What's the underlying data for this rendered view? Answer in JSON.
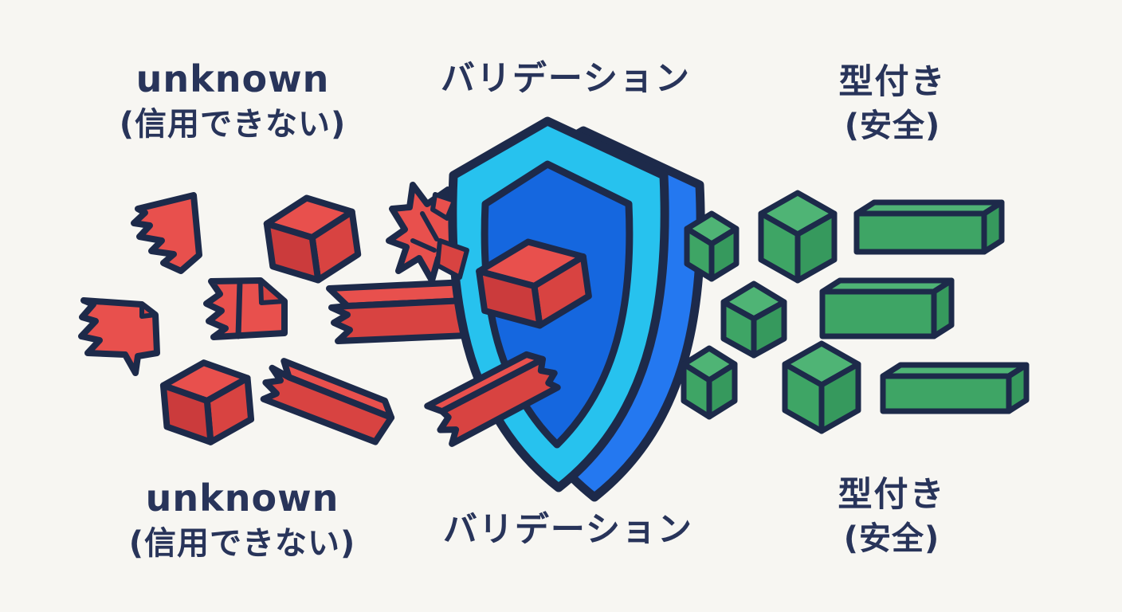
{
  "labels": {
    "top_left": {
      "line1": "unknown",
      "line2": "(信用できない)"
    },
    "top_center": {
      "line1": "バリデーション"
    },
    "top_right": {
      "line1": "型付き",
      "line2": "(安全)"
    },
    "bottom_left": {
      "line1": "unknown",
      "line2": "(信用できない)"
    },
    "bottom_center": {
      "line1": "バリデーション"
    },
    "bottom_right": {
      "line1": "型付き",
      "line2": "(安全)"
    }
  },
  "icons": {
    "center": "shield-icon",
    "left_group": [
      "torn-scrap-icon",
      "red-cube-icon",
      "torn-banner-icon",
      "torn-document-icon",
      "torn-bar-icon",
      "red-cube-icon",
      "torn-bar-icon",
      "crumpled-scrap-icon",
      "torn-bar-icon",
      "red-cube-icon"
    ],
    "right_group": [
      "green-cube-icon",
      "green-cube-icon",
      "green-box-icon",
      "green-cube-icon",
      "green-box-icon",
      "green-cube-icon",
      "green-cube-icon",
      "green-box-icon"
    ]
  },
  "colors": {
    "bg": "#f7f6f2",
    "ink": "#28345a",
    "outline": "#1d2a4a",
    "red": "#e8504d",
    "red_dark": "#d84341",
    "red_darker": "#cb3b3c",
    "cyan": "#27c2ee",
    "blue": "#1567df",
    "blue_back": "#2478f0",
    "green_top": "#4fb475",
    "green": "#3ea565",
    "green_dark": "#36995d"
  }
}
